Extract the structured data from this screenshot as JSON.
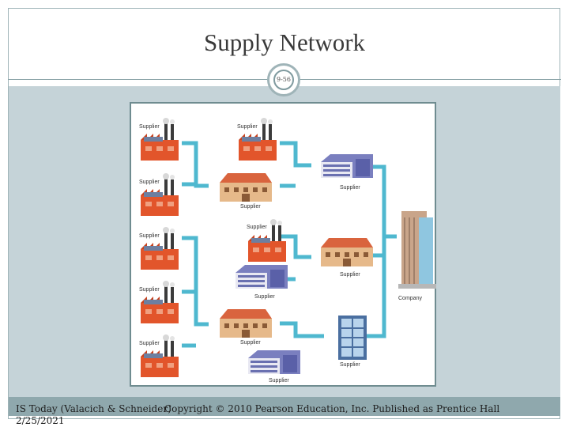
{
  "slide": {
    "title": "Supply Network",
    "page_number": "9-56"
  },
  "diagram": {
    "supplier_label": "Supplier",
    "company_label": "Company"
  },
  "footer": {
    "source_line1": "IS Today (Valacich & Schneider)",
    "date": "2/25/2021",
    "copyright": "Copyright © 2010 Pearson Education, Inc. Published as Prentice Hall"
  },
  "colors": {
    "arrow": "#4fb8cf",
    "factory": "#e2552b",
    "warehouse": "#e6b98a",
    "office": "#7a7fbf",
    "company_tower": "#c9a58a",
    "content_background": "#c5d3d8"
  }
}
